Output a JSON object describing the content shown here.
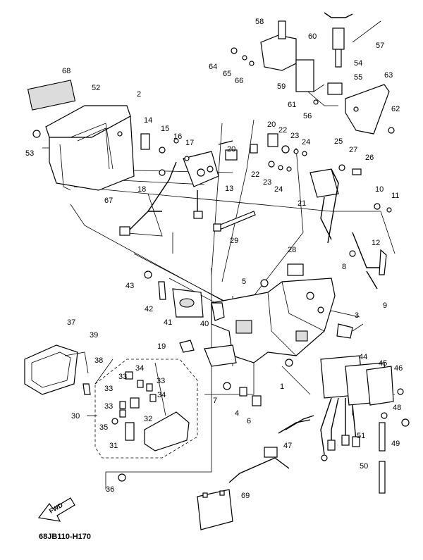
{
  "diagram": {
    "code": "68JB110-H170",
    "fwd_label": "FWD",
    "callouts": [
      "2",
      "3",
      "4",
      "5",
      "6",
      "7",
      "8",
      "9",
      "10",
      "11",
      "12",
      "13",
      "14",
      "15",
      "16",
      "17",
      "18",
      "19",
      "20",
      "21",
      "22",
      "23",
      "24",
      "25",
      "26",
      "27",
      "28",
      "29",
      "30",
      "31",
      "32",
      "33",
      "34",
      "35",
      "36",
      "37",
      "38",
      "39",
      "40",
      "41",
      "42",
      "43",
      "44",
      "45",
      "46",
      "47",
      "48",
      "49",
      "50",
      "51",
      "52",
      "53",
      "54",
      "55",
      "56",
      "57",
      "58",
      "59",
      "60",
      "61",
      "62",
      "63",
      "64",
      "65",
      "66",
      "67",
      "68",
      "69"
    ]
  },
  "callout_labels": [
    {
      "text": "58"
    },
    {
      "text": "60"
    },
    {
      "text": "57"
    },
    {
      "text": "64"
    },
    {
      "text": "65"
    },
    {
      "text": "66"
    },
    {
      "text": "54"
    },
    {
      "text": "55"
    },
    {
      "text": "63"
    },
    {
      "text": "59"
    },
    {
      "text": "61"
    },
    {
      "text": "56"
    },
    {
      "text": "62"
    },
    {
      "text": "68"
    },
    {
      "text": "52"
    },
    {
      "text": "2"
    },
    {
      "text": "53"
    },
    {
      "text": "14"
    },
    {
      "text": "15"
    },
    {
      "text": "16"
    },
    {
      "text": "17"
    },
    {
      "text": "18"
    },
    {
      "text": "13"
    },
    {
      "text": "67"
    },
    {
      "text": "20"
    },
    {
      "text": "22"
    },
    {
      "text": "23"
    },
    {
      "text": "24"
    },
    {
      "text": "25"
    },
    {
      "text": "20"
    },
    {
      "text": "22"
    },
    {
      "text": "23"
    },
    {
      "text": "24"
    },
    {
      "text": "27"
    },
    {
      "text": "26"
    },
    {
      "text": "21"
    },
    {
      "text": "10"
    },
    {
      "text": "11"
    },
    {
      "text": "29"
    },
    {
      "text": "28"
    },
    {
      "text": "12"
    },
    {
      "text": "8"
    },
    {
      "text": "5"
    },
    {
      "text": "43"
    },
    {
      "text": "42"
    },
    {
      "text": "41"
    },
    {
      "text": "40"
    },
    {
      "text": "9"
    },
    {
      "text": "3"
    },
    {
      "text": "19"
    },
    {
      "text": "37"
    },
    {
      "text": "39"
    },
    {
      "text": "38"
    },
    {
      "text": "44"
    },
    {
      "text": "45"
    },
    {
      "text": "46"
    },
    {
      "text": "34"
    },
    {
      "text": "33"
    },
    {
      "text": "33"
    },
    {
      "text": "34"
    },
    {
      "text": "33"
    },
    {
      "text": "1"
    },
    {
      "text": "7"
    },
    {
      "text": "4"
    },
    {
      "text": "6"
    },
    {
      "text": "30"
    },
    {
      "text": "33"
    },
    {
      "text": "32"
    },
    {
      "text": "35"
    },
    {
      "text": "31"
    },
    {
      "text": "48"
    },
    {
      "text": "49"
    },
    {
      "text": "51"
    },
    {
      "text": "47"
    },
    {
      "text": "50"
    },
    {
      "text": "36"
    },
    {
      "text": "69"
    }
  ]
}
